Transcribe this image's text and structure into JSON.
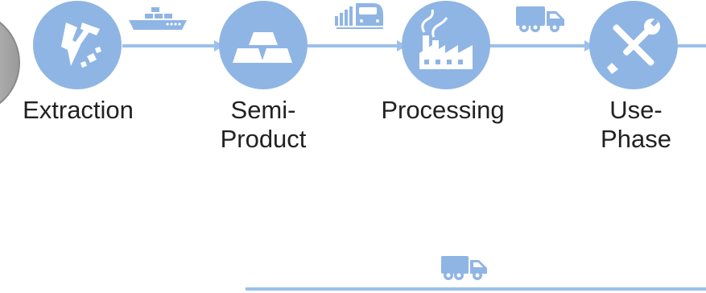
{
  "colors": {
    "accent": "#8fb5e4",
    "line": "#9cc0ea",
    "text": "#222222",
    "metal_disc": "#c9c9c9"
  },
  "stages": [
    {
      "name": "Extraction",
      "icon": "mining-pickaxe-icon"
    },
    {
      "name": "Semi-Product",
      "line1": "Semi-",
      "line2": "Product",
      "icon": "metal-ingots-icon"
    },
    {
      "name": "Processing",
      "icon": "factory-icon"
    },
    {
      "name": "Use-Phase",
      "line1": "Use-",
      "line2": "Phase",
      "icon": "tools-wrench-screwdriver-icon"
    }
  ],
  "transports": [
    {
      "between": "Extraction → Semi-Product",
      "icon": "cargo-ship-icon"
    },
    {
      "between": "Semi-Product → Processing",
      "icon": "train-icon"
    },
    {
      "between": "Processing → Use-Phase",
      "icon": "delivery-truck-icon"
    },
    {
      "between": "return line",
      "icon": "delivery-truck-icon"
    }
  ]
}
